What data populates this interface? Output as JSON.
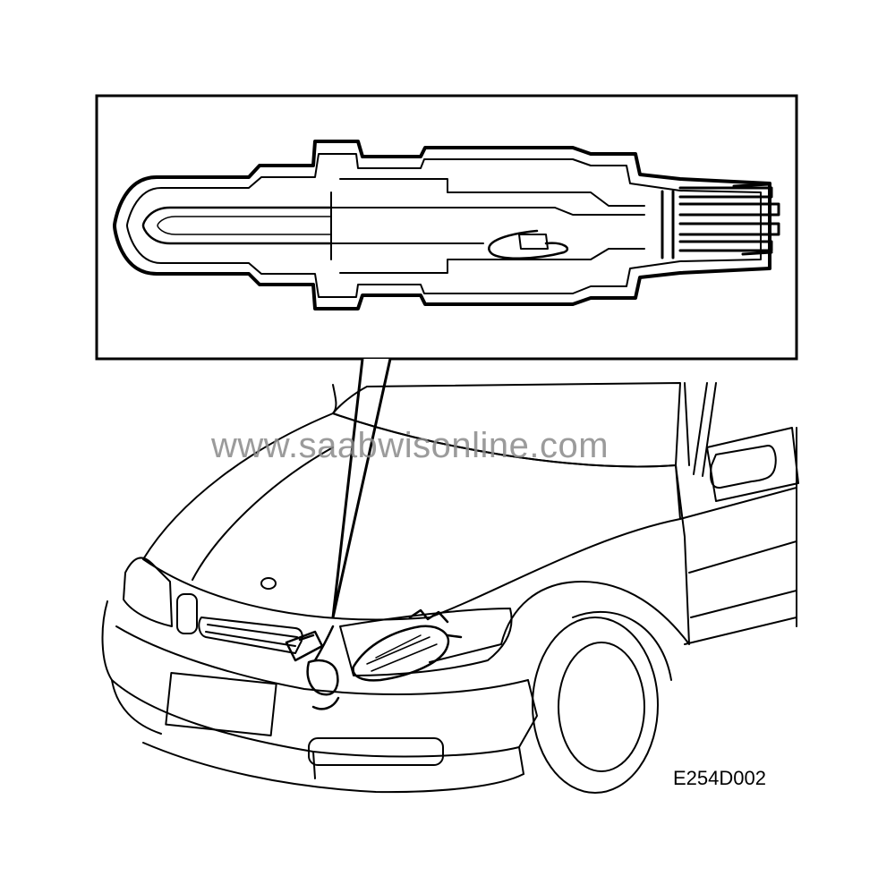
{
  "figure": {
    "code": "E254D002",
    "watermark": "www.saabwisonline.com",
    "callout_subject": "oxygen-sensor",
    "view": "car-front-three-quarter"
  },
  "colors": {
    "ink": "#000000",
    "watermark": "#8a8a8a",
    "background": "#ffffff"
  }
}
